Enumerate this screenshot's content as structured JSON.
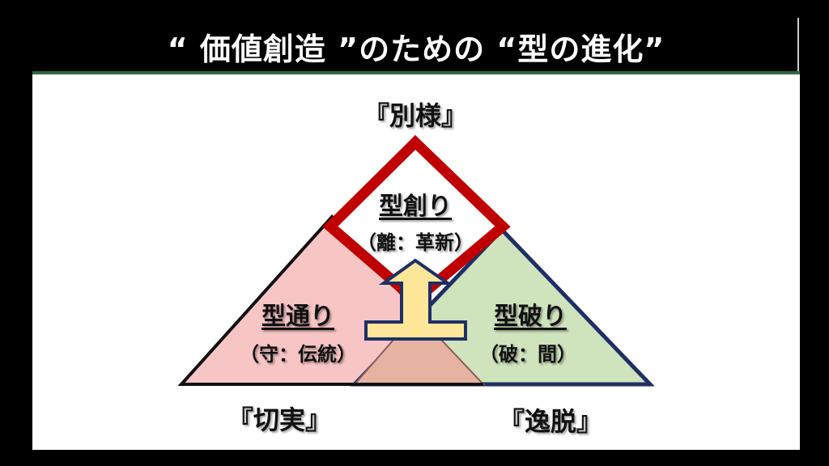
{
  "title": "“ 価値創造 ”のための “型の進化”",
  "labels": {
    "top": "『別様』",
    "bottom_left": "『切実』",
    "bottom_right": "『逸脱』"
  },
  "nodes": {
    "create": {
      "title": "型創り",
      "sub": "（離：革新）"
    },
    "follow": {
      "title": "型通り",
      "sub": "（守：伝統）"
    },
    "break": {
      "title": "型破り",
      "sub": "（破：間）"
    }
  },
  "colors": {
    "pink": "#f8c5c5",
    "green": "#cfe3bd",
    "overlap": "#e6b3a3",
    "red": "#c00000",
    "navy": "#1f2f66",
    "arrow": "#ffe699"
  }
}
